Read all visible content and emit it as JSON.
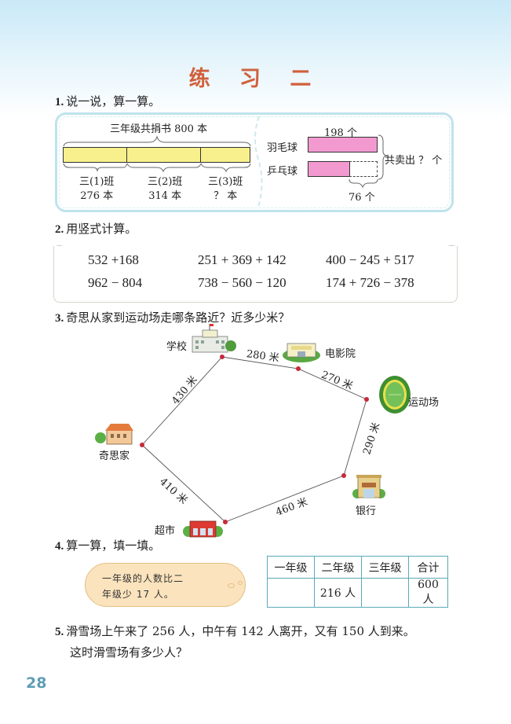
{
  "page": {
    "title": "练 习 二",
    "page_number": "28",
    "accent_color": "#d0603c",
    "page_number_color": "#5f9db5"
  },
  "q1": {
    "num": "1.",
    "prompt": "说一说，算一算。",
    "left": {
      "total_label": "三年级共捐书 800 本",
      "segments": [
        {
          "class": "三(1)班",
          "amount": "276 本"
        },
        {
          "class": "三(2)班",
          "amount": "314 本"
        },
        {
          "class": "三(3)班",
          "amount": "？ 本"
        }
      ],
      "bar_color": "#f7f08c"
    },
    "right": {
      "top_value": "198 个",
      "row1_label": "羽毛球",
      "row2_label": "乒乓球",
      "diff_value": "76 个",
      "total_label": "共卖出 ？ 个",
      "bar_color": "#f29ad0"
    }
  },
  "q2": {
    "num": "2.",
    "prompt": "用竖式计算。",
    "expressions": [
      [
        "532 +168",
        "251 + 369 + 142",
        "400 − 245 + 517"
      ],
      [
        "962 − 804",
        "738 − 560 − 120",
        "174 + 726 − 378"
      ]
    ]
  },
  "q3": {
    "num": "3.",
    "prompt": "奇思从家到运动场走哪条路近？近多少米？",
    "places": {
      "school": "学校",
      "cinema": "电影院",
      "stadium": "运动场",
      "home": "奇思家",
      "supermarket": "超市",
      "bank": "银行"
    },
    "distances": {
      "home_school": "430 米",
      "school_cinema": "280 米",
      "cinema_stadium": "270 米",
      "home_supermarket": "410 米",
      "supermarket_bank": "460 米",
      "bank_stadium": "290 米"
    }
  },
  "q4": {
    "num": "4.",
    "prompt": "算一算，填一填。",
    "hint_line1": "一年级的人数比二",
    "hint_line2": "年级少 17 人。",
    "table": {
      "headers": [
        "一年级",
        "二年级",
        "三年级",
        "合计"
      ],
      "values": [
        "",
        "216 人",
        "",
        "600 人"
      ]
    }
  },
  "q5": {
    "num": "5.",
    "line1": "滑雪场上午来了 256 人，中午有 142 人离开，又有 150 人到来。",
    "line2": "这时滑雪场有多少人？"
  }
}
